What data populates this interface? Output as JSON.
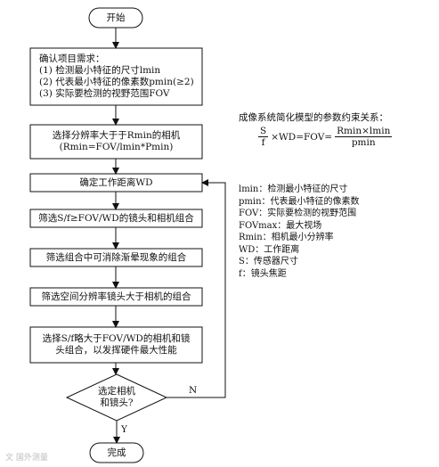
{
  "flow": {
    "start": "开始",
    "requirements": {
      "title": "确认项目需求：",
      "item1": "(1) 检测最小特征的尺寸lmin",
      "item2": "(2) 代表最小特征的像素数pmin(≥2)",
      "item3": "(3) 实际要检测的视野范围FOV"
    },
    "select_camera": {
      "line1": "选择分辨率大于于Rmin的相机",
      "line2": "(Rmin=FOV/lmin*Pmin)"
    },
    "work_distance": "确定工作距离WD",
    "filter_lens": "筛选S/f≥FOV/WD的镜头和相机组合",
    "filter_vignette": "筛选组合中可消除渐晕现象的组合",
    "filter_resolution": "筛选空间分辨率镜头大于相机的组合",
    "select_final": {
      "line1": "选择S/f略大于FOV/WD的相机和镜",
      "line2": "头组合，以发挥硬件最大性能"
    },
    "decision": {
      "line1": "选定相机",
      "line2": "和镜头?"
    },
    "no_label": "N",
    "yes_label": "Y",
    "end": "完成"
  },
  "formula": {
    "title": "成像系统简化模型的参数约束关系：",
    "lhs_num": "S",
    "lhs_den": "f",
    "times_wd": "×WD=FOV=",
    "rhs_num": "Rmin×lmin",
    "rhs_den": "pmin"
  },
  "legend": [
    "lmin：检测最小特征的尺寸",
    "pmin：代表最小特征的像素数",
    "FOV：实际要检测的视野范围",
    "FOVmax：最大视场",
    "Rmin：相机最小分辨率",
    "WD：工作距离",
    "S：传感器尺寸",
    "f：镜头焦距"
  ],
  "watermark": "文 国外测量"
}
